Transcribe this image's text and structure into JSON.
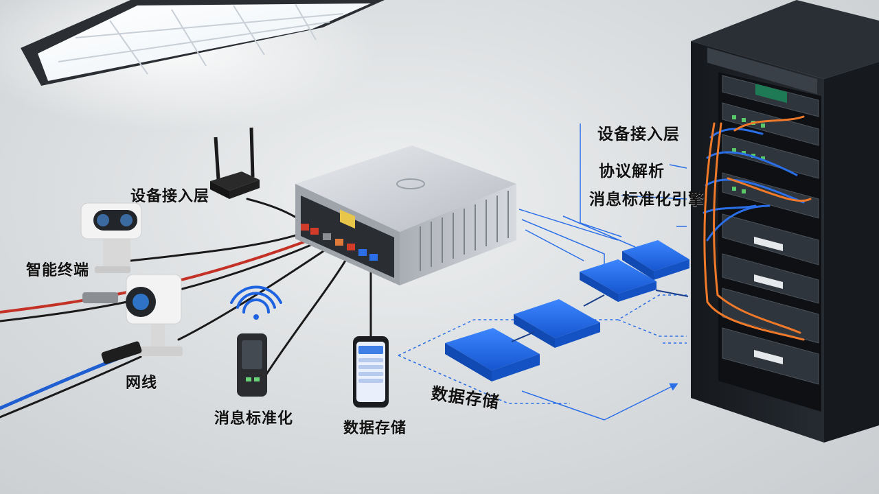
{
  "labels": {
    "left_access": "设备接入层",
    "smart_terminal": "智能终端",
    "cable": "网线",
    "msg_normalize": "消息标准化",
    "data_storage_bottom": "数据存储",
    "data_storage_mid": "数据存储",
    "rack_access": "设备接入层",
    "protocol_parse": "协议解析",
    "msg_engine": "消息标准化引擎"
  },
  "colors": {
    "module_blue": "#1e63e0",
    "line_blue": "#2a6fe8",
    "cable_orange": "#f07a2a",
    "cable_red": "#d23a2a",
    "rack_dark": "#1d2126",
    "gateway_silver": "#c9ccd1"
  },
  "icons": [
    "router-icon",
    "camera-icon",
    "gateway-icon",
    "wireless-sensor-icon",
    "smartphone-icon",
    "server-rack-icon",
    "led-panel-light"
  ]
}
